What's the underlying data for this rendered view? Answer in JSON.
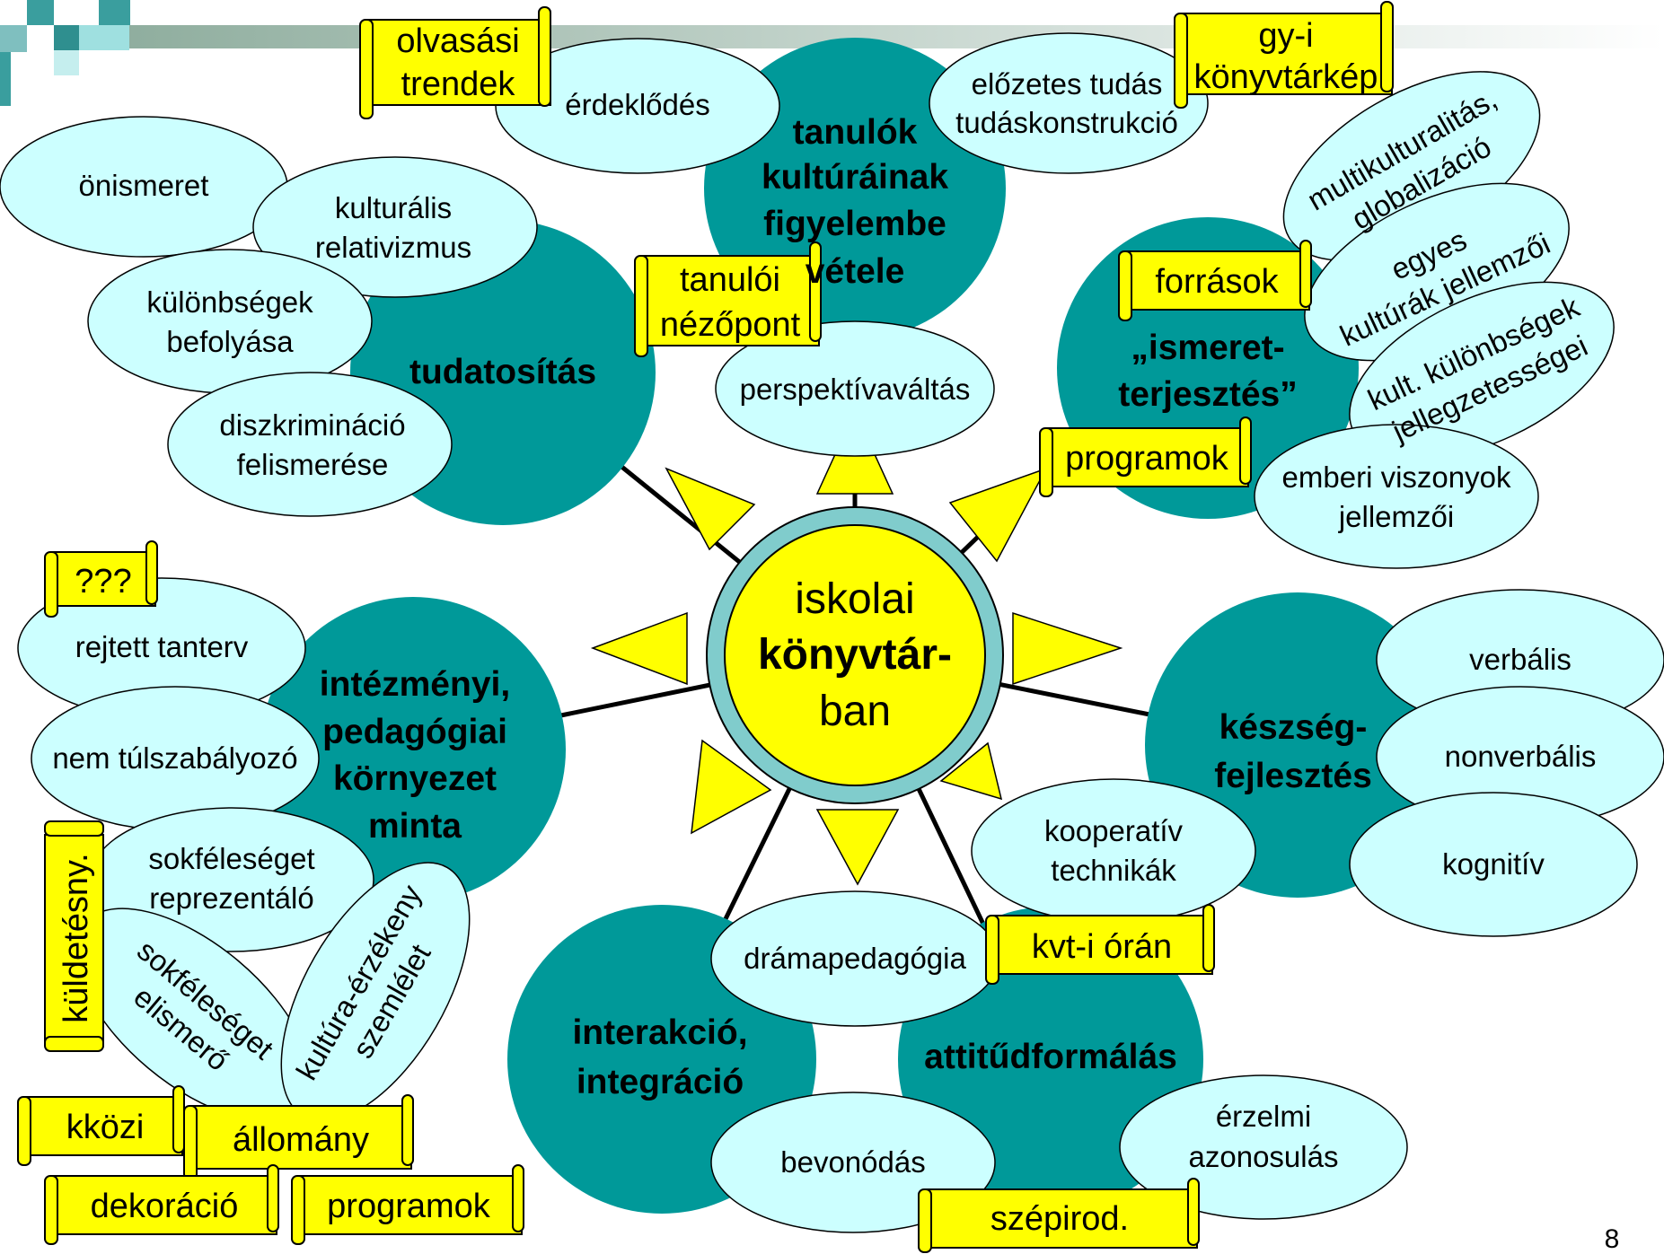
{
  "center": {
    "lines": [
      "iskolai",
      "könyvtár-",
      "ban"
    ]
  },
  "hubs": {
    "tanulok": [
      "tanulók",
      "kultúráinak",
      "figyelembe",
      "vétele"
    ],
    "tudatositas": [
      "tudatosítás"
    ],
    "ismeret": [
      "„ismeret-",
      "terjesztés”"
    ],
    "intezmenyi": [
      "intézményi,",
      "pedagógiai",
      "környezet",
      "minta"
    ],
    "keszseg": [
      "készség-",
      "fejlesztés"
    ],
    "interakcio": [
      "interakció,",
      "integráció"
    ],
    "attitud": [
      "attitűdformálás"
    ]
  },
  "bubbles": {
    "erdeklodes": [
      "érdeklődés"
    ],
    "elozetes": [
      "előzetes tudás",
      "tudáskonstrukció"
    ],
    "onismeret": [
      "önismeret"
    ],
    "kulturalis": [
      "kulturális",
      "relativizmus"
    ],
    "kulonbsegek": [
      "különbségek",
      "befolyása"
    ],
    "diszkriminacio": [
      "diszkrimináció",
      "felismerése"
    ],
    "perspektiva": [
      "perspektívaváltás"
    ],
    "multikult": [
      "multikulturalitás,",
      "globalizáció"
    ],
    "egyes": [
      "egyes",
      "kultúrák jellemzői"
    ],
    "kult_kulonb": [
      "kult. különbségek",
      "jellegzetességei"
    ],
    "emberi": [
      "emberi viszonyok",
      "jellemzői"
    ],
    "rejtett": [
      "rejtett tanterv"
    ],
    "nemtul": [
      "nem túlszabályozó"
    ],
    "sokfeleseg_rep": [
      "sokféleséget",
      "reprezentáló"
    ],
    "sokfeleseg_el": [
      "sokféleséget",
      "elismerő"
    ],
    "kultura_erz": [
      "kultúra-érzékeny",
      "szemlélet"
    ],
    "verbalis": [
      "verbális"
    ],
    "nonverbalis": [
      "nonverbális"
    ],
    "kognitiv": [
      "kognitív"
    ],
    "kooperativ": [
      "kooperatív",
      "technikák"
    ],
    "drama": [
      "drámapedagógia"
    ],
    "bevonodas": [
      "bevonódás"
    ],
    "erzelmi": [
      "érzelmi",
      "azonosulás"
    ]
  },
  "scrolls": {
    "olvasasi": [
      "olvasási",
      "trendek"
    ],
    "gyi": [
      "gy-i",
      "könyvtárkép"
    ],
    "tanuloi": [
      "tanulói",
      "nézőpont"
    ],
    "forrasok": [
      "források"
    ],
    "programok1": [
      "programok"
    ],
    "qqq": [
      "???"
    ],
    "kuldetesny": [
      "küldetésny."
    ],
    "kkozi": [
      "kközi"
    ],
    "allomany": [
      "állomány"
    ],
    "dekoracio": [
      "dekoráció"
    ],
    "programok2": [
      "programok"
    ],
    "kvti": [
      "kvt-i órán"
    ],
    "szepirod": [
      "szépirod."
    ]
  },
  "page_number": "8",
  "colors": {
    "hub": "#009999",
    "bubble": "#ccffff",
    "center_ring": "#80cccc",
    "center_fill": "#ffff00",
    "ray": "#ffff00",
    "scroll": "#ffff00",
    "header_sq_dark": "#3a9e9e",
    "header_sq_light": "#9fe0e0"
  }
}
